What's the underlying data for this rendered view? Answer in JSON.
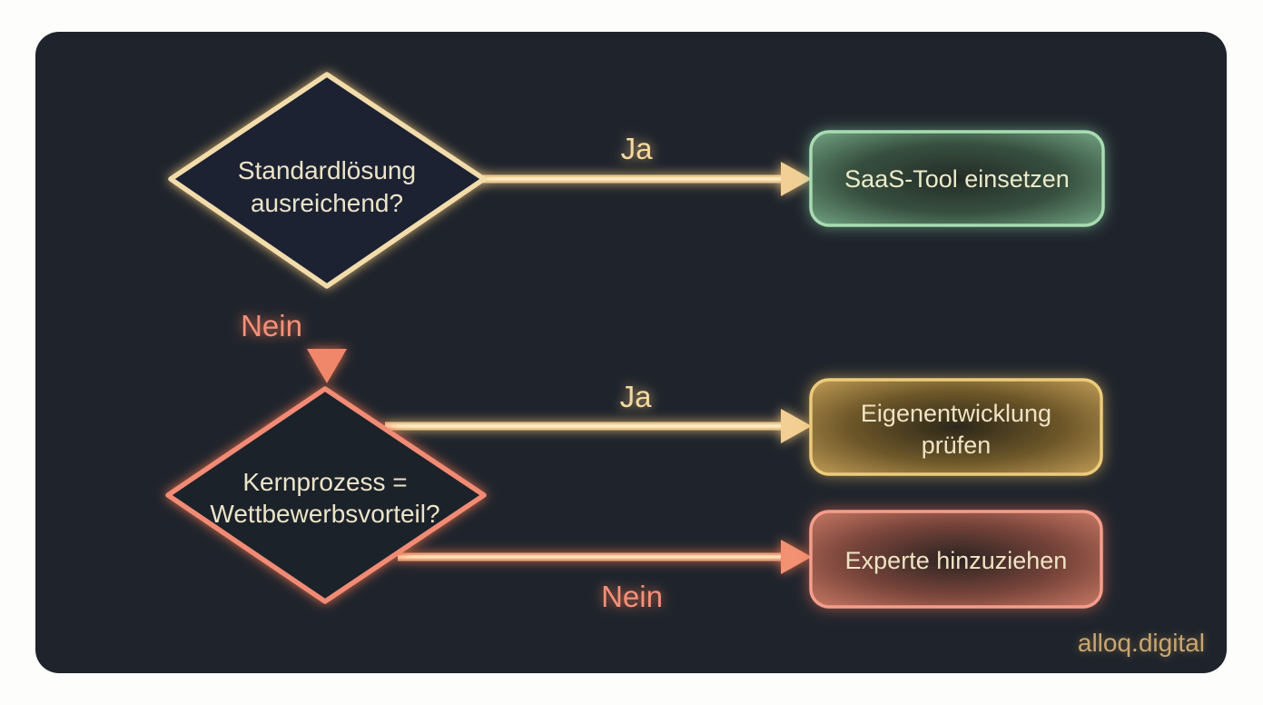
{
  "page": {
    "background_color": "#fdfdfc",
    "panel_color": "#1f242c",
    "watermark": "alloq.digital"
  },
  "palette": {
    "cream_text": "#ece4c8",
    "yellow_accent": "#f3d79e",
    "salmon_accent": "#f28d74",
    "green_box_border": "#a8dcb2",
    "gold_box_border": "#eccb7c",
    "red_box_border": "#f59e8c"
  },
  "flowchart": {
    "decision_standard": {
      "line1": "Standardlösung",
      "line2": "ausreichend?"
    },
    "decision_core": {
      "line1": "Kernprozess =",
      "line2": "Wettbewerbsvorteil?"
    },
    "edge_labels": {
      "standard_yes": "Ja",
      "standard_no": "Nein",
      "core_yes": "Ja",
      "core_no": "Nein"
    },
    "outcome_saas": "SaaS-Tool einsetzen",
    "outcome_dev": {
      "line1": "Eigenentwicklung",
      "line2": "prüfen"
    },
    "outcome_expert": "Experte hinzuziehen"
  }
}
